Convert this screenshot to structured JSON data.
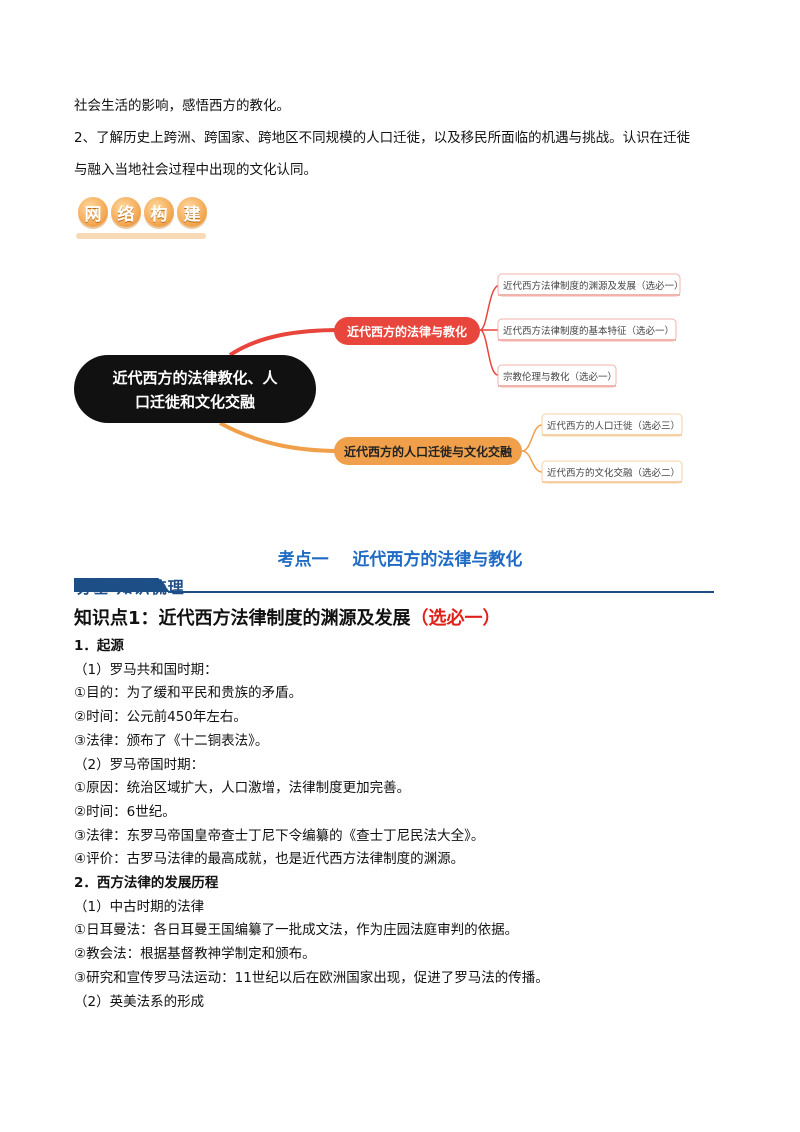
{
  "intro": {
    "line1": "社会生活的影响，感悟西方的教化。",
    "line2": "2、了解历史上跨洲、跨国家、跨地区不同规模的人口迁徙，以及移民所面临的机遇与挑战。认识在迁徙",
    "line3": "与融入当地社会过程中出现的文化认同。"
  },
  "badge": {
    "chars": [
      "网",
      "络",
      "构",
      "建"
    ]
  },
  "mindmap": {
    "root": {
      "line1": "近代西方的法律教化、人",
      "line2": "口迁徙和文化交融"
    },
    "branch1": {
      "label": "近代西方的法律与教化",
      "color": "#e8453c",
      "leaves": [
        "近代西方法律制度的渊源及发展（选必一）",
        "近代西方法律制度的基本特征（选必一）",
        "宗教伦理与教化（选必一）"
      ]
    },
    "branch2": {
      "label": "近代西方的人口迁徙与文化交融",
      "color": "#f0a04b",
      "leaves": [
        "近代西方的人口迁徙（选必三）",
        "近代西方的文化交融（选必二）"
      ]
    }
  },
  "section": {
    "title": "考点一    近代西方的法律与教化"
  },
  "banner": {
    "text": "夯基·知识梳理"
  },
  "knowledge_point": {
    "title": "知识点1：近代西方法律制度的渊源及发展",
    "tag": "（选必一）"
  },
  "content": [
    {
      "text": "1．起源",
      "bold": true
    },
    {
      "text": "（1）罗马共和国时期：",
      "bold": false
    },
    {
      "text": "①目的：为了缓和平民和贵族的矛盾。",
      "bold": false
    },
    {
      "text": "②时间：公元前450年左右。",
      "bold": false
    },
    {
      "text": "③法律：颁布了《十二铜表法》。",
      "bold": false
    },
    {
      "text": "（2）罗马帝国时期：",
      "bold": false
    },
    {
      "text": "①原因：统治区域扩大，人口激增，法律制度更加完善。",
      "bold": false
    },
    {
      "text": "②时间：6世纪。",
      "bold": false
    },
    {
      "text": "③法律：东罗马帝国皇帝查士丁尼下令编纂的《查士丁尼民法大全》。",
      "bold": false
    },
    {
      "text": "④评价：古罗马法律的最高成就，也是近代西方法律制度的渊源。",
      "bold": false
    },
    {
      "text": "2．西方法律的发展历程",
      "bold": true
    },
    {
      "text": "（1）中古时期的法律",
      "bold": false
    },
    {
      "text": "①日耳曼法：各日耳曼王国编纂了一批成文法，作为庄园法庭审判的依据。",
      "bold": false
    },
    {
      "text": "②教会法：根据基督教神学制定和颁布。",
      "bold": false
    },
    {
      "text": "③研究和宣传罗马法运动：11世纪以后在欧洲国家出现，促进了罗马法的传播。",
      "bold": false
    },
    {
      "text": "（2）英美法系的形成",
      "bold": false
    }
  ]
}
